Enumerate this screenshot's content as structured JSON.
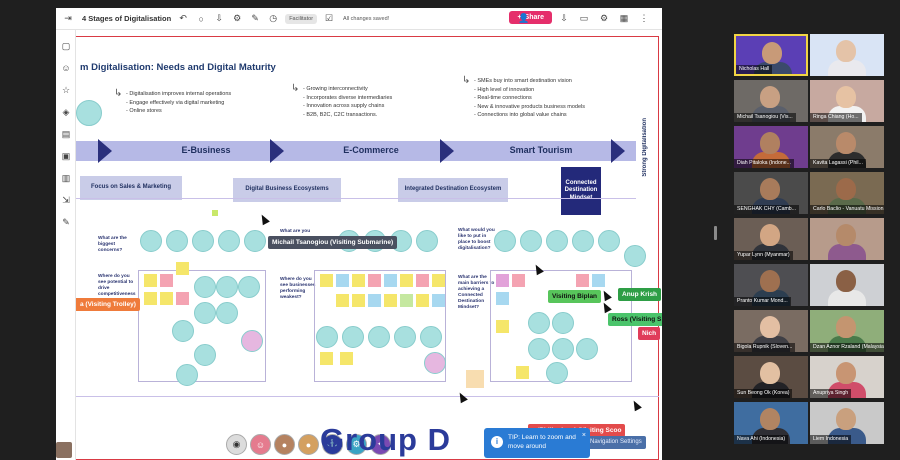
{
  "toolbar": {
    "board_title": "4 Stages of Digitalisation",
    "facilitator_label": "Facilitator",
    "saved_status": "All changes saved!",
    "share_label": "Share"
  },
  "board": {
    "title": "m Digitalisation: Needs and Digital Maturity",
    "stages": [
      {
        "label": "E-Business",
        "bullets": [
          "- Digitalisation improves internal operations",
          "- Engage effectively via digital marketing",
          "- Online stores"
        ]
      },
      {
        "label": "E-Commerce",
        "bullets": [
          "- Growing interconnectivity",
          "- Incorporates diverse intermediaries",
          "- Innovation across supply chains",
          "- B2B, B2C, C2C transactions."
        ]
      },
      {
        "label": "Smart Tourism",
        "bullets": [
          "- SMEs buy into smart destination vision",
          "- High level of innovation",
          "- Real-time connections",
          "- New & innovative products business models",
          "- Connections into global value chains"
        ]
      }
    ],
    "side_label": "Strong Digitalisation",
    "focus_boxes": [
      "Focus on Sales & Marketing",
      "Digital Business Ecosystems",
      "Integrated Destination Ecosystem",
      "Connected Destination Mindset"
    ],
    "questions": [
      "What are the biggest concerns?",
      "Where do you see potential to drive competitiveness",
      "What are you",
      "Where do you see businesses performing weakest?",
      "What would you like to put in place to boost digitalisation?",
      "What are the main barriers to achieving a Connected Destination Mindset?"
    ],
    "cursor_labels": [
      {
        "name": "Michail Tsanogiou (Visiting Submarine)",
        "bg": "#4a5060",
        "fg": "#ffffff"
      },
      {
        "name": "a (Visiting Trolley)",
        "bg": "#ef7b3b",
        "fg": "#ffffff"
      },
      {
        "name": "Visiting Biplan",
        "bg": "#58c55b",
        "fg": "#111111"
      },
      {
        "name": "Anup Krish",
        "bg": "#2e9e46",
        "fg": "#ffffff"
      },
      {
        "name": "Ross (Visiting S",
        "bg": "#4bc46b",
        "fg": "#111111"
      },
      {
        "name": "Nich",
        "bg": "#e03c5a",
        "fg": "#ffffff"
      },
      {
        "name": "e (Philippines) (Visiting Scoo",
        "bg": "#e34b4b",
        "fg": "#ffffff"
      }
    ],
    "group_label": "Group D",
    "tip": {
      "text": "TIP: Learn to zoom and move around",
      "close": "×"
    },
    "nav_settings": "Navigation Settings"
  },
  "participants": [
    {
      "name": "Nicholas Hall",
      "skin": "#c89a78",
      "shirt": "#3b4a6b",
      "bg": "#5b3fb5",
      "active": true,
      "muted": false
    },
    {
      "name": "",
      "skin": "#e4c3a8",
      "shirt": "#e9e9ee",
      "bg": "#d9e4f5",
      "active": false,
      "muted": false
    },
    {
      "name": "Michail Tsanogiou (Vis...",
      "skin": "#c8a083",
      "shirt": "#5a5f6b",
      "bg": "#6e6a66",
      "active": false,
      "muted": false
    },
    {
      "name": "Ringa Chiang (Ho...",
      "skin": "#e6c2a3",
      "shirt": "#f2f2f2",
      "bg": "#c7a9a0",
      "active": false,
      "muted": false
    },
    {
      "name": "Diah Pitaloka (Indone...",
      "skin": "#b08060",
      "shirt": "#c46b3a",
      "bg": "#6f3d8e",
      "active": false,
      "muted": false
    },
    {
      "name": "Kavita Lagassi (Phil...",
      "skin": "#b98a6a",
      "shirt": "#2d2d2d",
      "bg": "#8b7b6a",
      "active": false,
      "muted": false
    },
    {
      "name": "SENGHAK CHY (Camb...",
      "skin": "#a87b5b",
      "shirt": "#2f3c52",
      "bg": "#4b4b4b",
      "active": false,
      "muted": false
    },
    {
      "name": "Carlo Baclio - Vanuatu Mission...",
      "skin": "#9c6a4a",
      "shirt": "#5a6a4a",
      "bg": "#7a6a52",
      "active": false,
      "muted": false
    },
    {
      "name": "Yupar Lynn (Myanmar)",
      "skin": "#d2a684",
      "shirt": "#30333a",
      "bg": "#6b5e55",
      "active": false,
      "muted": false
    },
    {
      "name": "",
      "skin": "#b58a6a",
      "shirt": "#8e5a8e",
      "bg": "#b79b8b",
      "active": false,
      "muted": false
    },
    {
      "name": "Pranto Kumar Mond...",
      "skin": "#9f7050",
      "shirt": "#2c3e50",
      "bg": "#4e4e52",
      "active": false,
      "muted": false
    },
    {
      "name": "",
      "skin": "#8a6045",
      "shirt": "#e8e8e8",
      "bg": "#ced0d4",
      "active": false,
      "muted": false
    },
    {
      "name": "Bigola Rupnik (Sloven...",
      "skin": "#e3bfa3",
      "shirt": "#3f3f45",
      "bg": "#7a6c62",
      "active": false,
      "muted": false
    },
    {
      "name": "Dzan Aznor Rzaland (Malaysia)",
      "skin": "#c49570",
      "shirt": "#4a7a4a",
      "bg": "#8fae7a",
      "active": false,
      "muted": false
    },
    {
      "name": "Sun Beong Ok (Korea)",
      "skin": "#e2c0a2",
      "shirt": "#222226",
      "bg": "#5b4c42",
      "active": false,
      "muted": false
    },
    {
      "name": "Anupriya Singh",
      "skin": "#c89573",
      "shirt": "#d04d6a",
      "bg": "#d7d2cc",
      "active": false,
      "muted": false
    },
    {
      "name": "Nava Ahi (Indonesia)",
      "skin": "#b18462",
      "shirt": "#2e2e34",
      "bg": "#3f6da0",
      "active": false,
      "muted": false
    },
    {
      "name": "Liem Indonesia",
      "skin": "#c9a07e",
      "shirt": "#3a5a8a",
      "bg": "#c9c9c9",
      "active": false,
      "muted": false
    }
  ]
}
